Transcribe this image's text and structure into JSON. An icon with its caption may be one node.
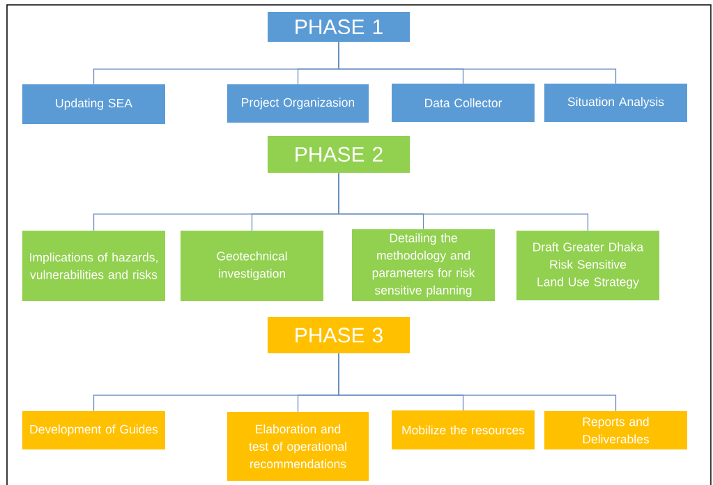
{
  "diagram": {
    "nodes": [
      {
        "text": [
          "PHASE 1"
        ]
      },
      {
        "text": [
          "Updating SEA"
        ]
      },
      {
        "text": [
          "Project Organizasion"
        ]
      },
      {
        "text": [
          "Data Collector"
        ]
      },
      {
        "text": [
          "Situation Analysis"
        ]
      },
      {
        "text": [
          "PHASE 2"
        ]
      },
      {
        "text": [
          "Implications of hazards, vulnerabilities and risks"
        ]
      },
      {
        "text": [
          "Geotechnical investigation"
        ]
      },
      {
        "text": [
          "Detailing the methodology and parameters for risk sensitive planning"
        ]
      },
      {
        "text": [
          "Draft Greater Dhaka Risk Sensitive Land Use Strategy"
        ]
      },
      {
        "text": [
          "PHASE 3"
        ]
      },
      {
        "text": [
          "Development of Guides"
        ]
      },
      {
        "text": [
          "Elaboration and test of operational recommendations"
        ]
      },
      {
        "text": [
          "Mobilize the resources"
        ]
      },
      {
        "text": [
          "Reports and Deliverables"
        ]
      }
    ],
    "edges": [
      {
        "from": 0,
        "to": 1,
        "arrow": "none"
      },
      {
        "from": 0,
        "to": 2,
        "arrow": "none"
      },
      {
        "from": 0,
        "to": 3,
        "arrow": "none"
      },
      {
        "from": 0,
        "to": 4,
        "arrow": "none"
      },
      {
        "from": 5,
        "to": 6,
        "arrow": "none"
      },
      {
        "from": 5,
        "to": 7,
        "arrow": "none"
      },
      {
        "from": 5,
        "to": 8,
        "arrow": "none"
      },
      {
        "from": 5,
        "to": 9,
        "arrow": "none"
      },
      {
        "from": 10,
        "to": 11,
        "arrow": "none"
      },
      {
        "from": 10,
        "to": 12,
        "arrow": "none"
      },
      {
        "from": 10,
        "to": 13,
        "arrow": "none"
      },
      {
        "from": 10,
        "to": 14,
        "arrow": "none"
      }
    ]
  }
}
